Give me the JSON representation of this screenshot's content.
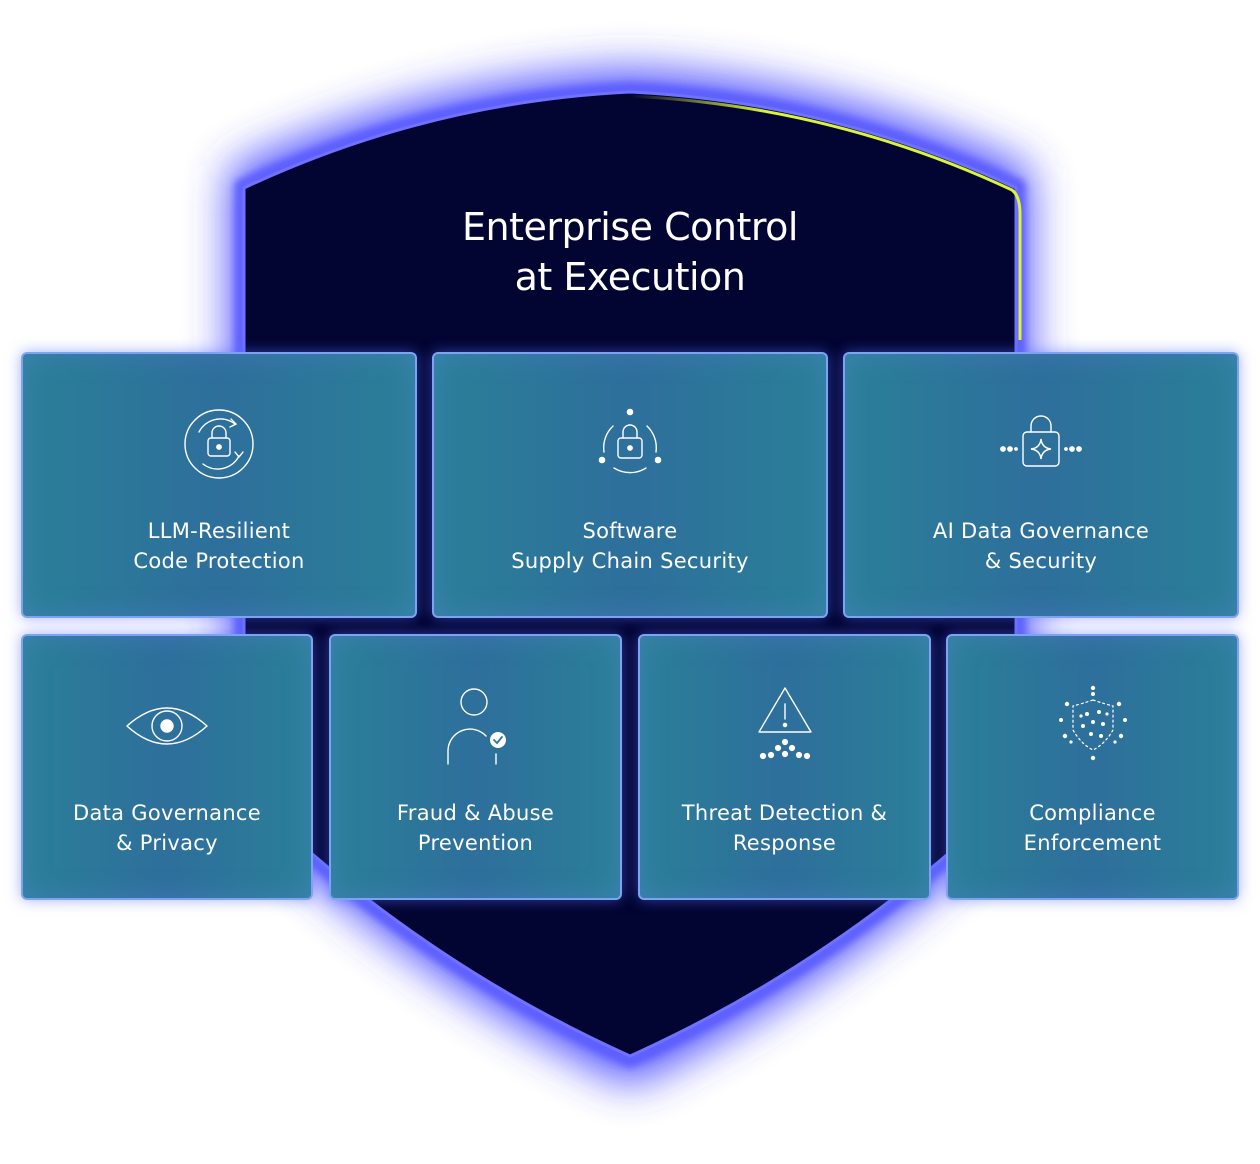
{
  "title": {
    "line1": "Enterprise Control",
    "line2": "at Execution"
  },
  "colors": {
    "shield_fill": "#020431",
    "shield_glow": "#2a2cff",
    "accent_line": "#d9f43a",
    "card_border": "#8caaff",
    "card_fill": "#2a7f98",
    "text": "#ffffff"
  },
  "cards": [
    {
      "icon": "rotating-lock-icon",
      "line1": "LLM-Resilient",
      "line2": "Code Protection"
    },
    {
      "icon": "lock-orbit-icon",
      "line1": "Software",
      "line2": "Supply Chain Security"
    },
    {
      "icon": "sparkle-lock-icon",
      "line1": "AI Data Governance",
      "line2": "& Security"
    },
    {
      "icon": "eye-icon",
      "line1": "Data Governance",
      "line2": "& Privacy"
    },
    {
      "icon": "user-check-icon",
      "line1": "Fraud & Abuse",
      "line2": "Prevention"
    },
    {
      "icon": "warning-triangle-icon",
      "line1": "Threat Detection &",
      "line2": "Response"
    },
    {
      "icon": "dotted-shield-icon",
      "line1": "Compliance",
      "line2": "Enforcement"
    }
  ]
}
